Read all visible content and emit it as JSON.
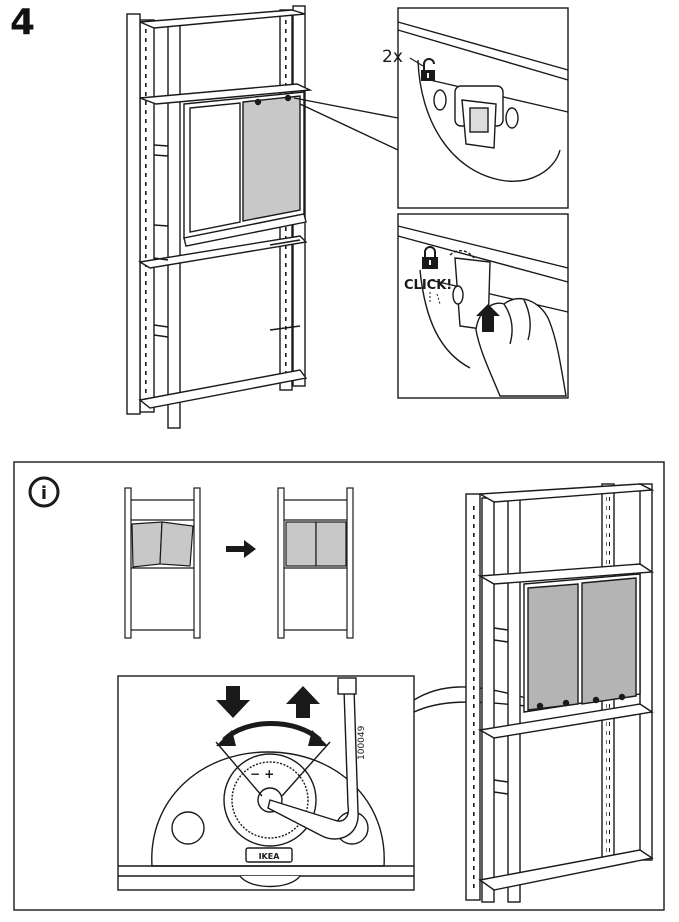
{
  "step": {
    "number": "4"
  },
  "top_panel": {
    "lock_count": "2x",
    "click_label": "CLICK!"
  },
  "info_panel": {
    "info_symbol": "i",
    "part_number": "100049",
    "logo_text": "IKEA"
  },
  "colors": {
    "line": "#1a1a1a",
    "door_fill": "#c8c8c8",
    "door_dark": "#b4b4b4",
    "background": "#ffffff"
  }
}
